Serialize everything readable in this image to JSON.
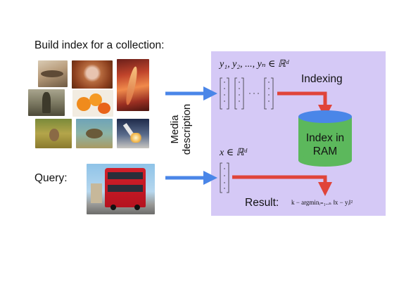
{
  "heading": "Build index for a collection:",
  "query_label": "Query:",
  "media_description": [
    "Media",
    "description"
  ],
  "vectors_label": "y₁, y₂, ..., yₙ ∈ ℝᵈ",
  "query_vector_label": "x ∈ ℝᵈ",
  "indexing_label": "Indexing",
  "index_store": [
    "Index in",
    "RAM"
  ],
  "result_label": "Result:",
  "result_formula": "k − argminᵢ₌₁..ₙ ‖x − yᵢ‖²",
  "collection_images": [
    "iguana",
    "woman-in-leaves",
    "canyon",
    "statue",
    "oranges",
    "rabbit",
    "turtle",
    "rocket-launch"
  ],
  "query_image": "red-double-decker-bus",
  "colors": {
    "panel": "#d5c9f6",
    "blue_arrow": "#4a86e8",
    "red_arrow": "#e0443a",
    "cylinder_top": "#4a86e8",
    "cylinder_body": "#5cb85c"
  }
}
